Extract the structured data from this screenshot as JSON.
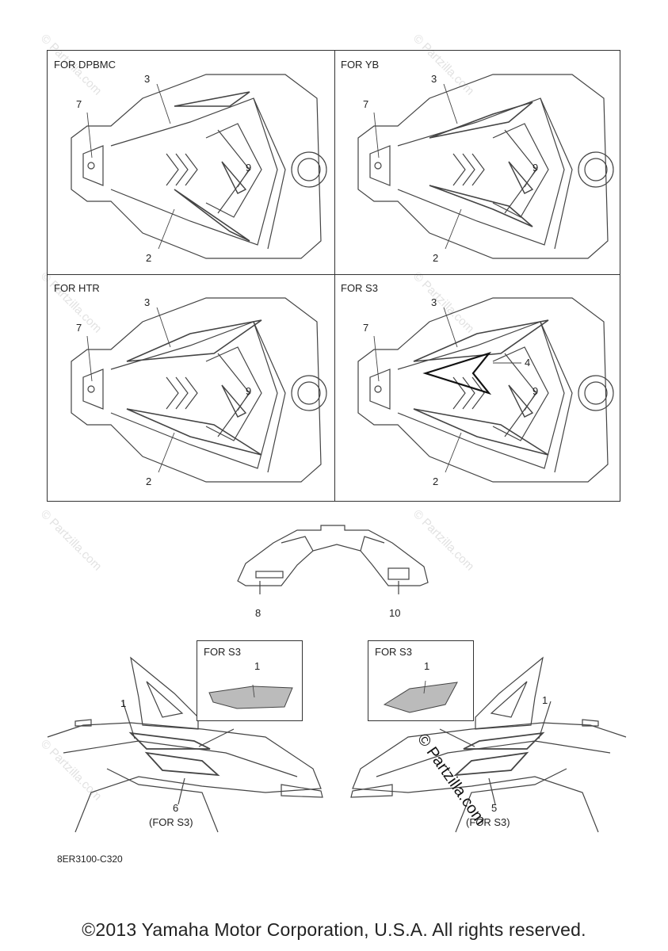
{
  "panels": [
    {
      "title": "FOR DPBMC",
      "callouts": [
        "3",
        "7",
        "9",
        "2"
      ]
    },
    {
      "title": "FOR YB",
      "callouts": [
        "3",
        "7",
        "9",
        "2"
      ]
    },
    {
      "title": "FOR HTR",
      "callouts": [
        "3",
        "7",
        "9",
        "2"
      ]
    },
    {
      "title": "FOR S3",
      "callouts": [
        "3",
        "7",
        "4",
        "9",
        "2"
      ]
    }
  ],
  "rear_part": {
    "callouts": [
      "8",
      "10"
    ]
  },
  "left_side": {
    "inset_title": "FOR S3",
    "inset_callout": "1",
    "callouts": [
      "1",
      "6",
      "(FOR S3)"
    ]
  },
  "right_side": {
    "inset_title": "FOR S3",
    "inset_callout": "1",
    "callouts": [
      "1",
      "5",
      "(FOR S3)"
    ]
  },
  "diagram_code": "8ER3100-C320",
  "watermark": "© Partzilla.com",
  "copyright": "©2013 Yamaha Motor Corporation, U.S.A. All rights reserved."
}
